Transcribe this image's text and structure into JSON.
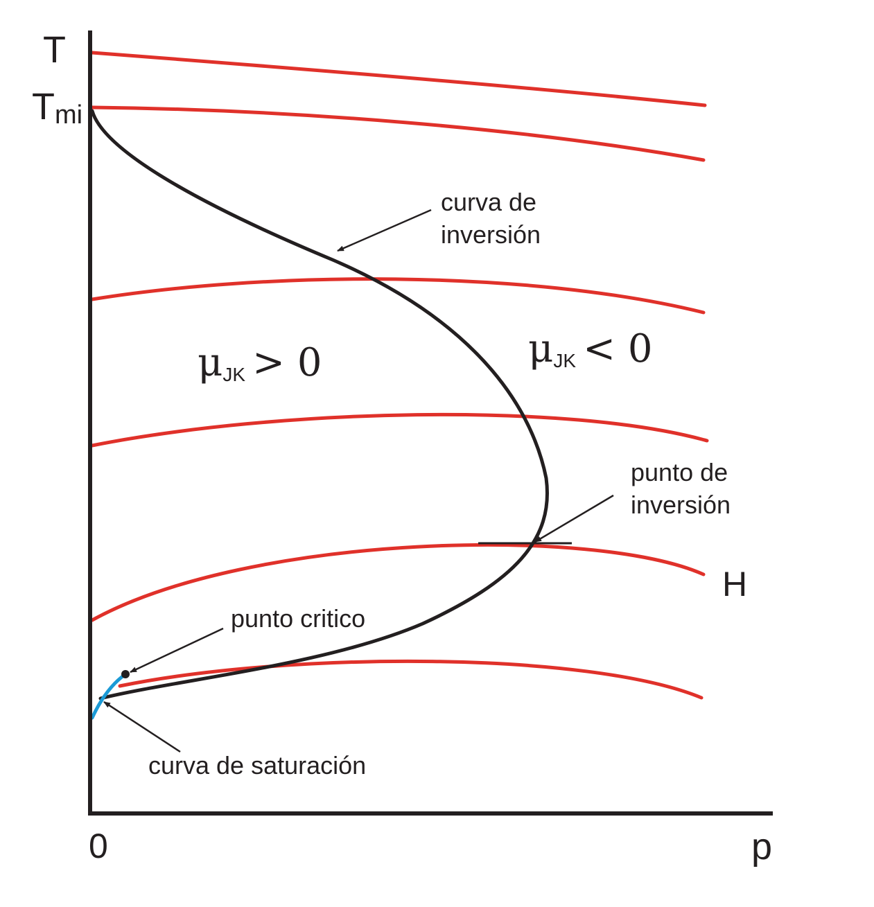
{
  "axes": {
    "y_label": "T",
    "y_tick": "T",
    "y_tick_sub": "mi",
    "x_label": "p",
    "origin": "0"
  },
  "labels": {
    "inversion_curve_line1": "curva de",
    "inversion_curve_line2": "inversión",
    "inversion_point_line1": "punto de",
    "inversion_point_line2": "inversión",
    "critical_point": "punto critico",
    "saturation_curve": "curva de saturación",
    "isenthalp": "H"
  },
  "regions": {
    "left_symbol": "μ",
    "left_sub": "JK",
    "left_rel": "> 0",
    "right_symbol": "μ",
    "right_sub": "JK",
    "right_rel": "< 0"
  },
  "colors": {
    "isenthalp": "#e0312a",
    "inversion_curve": "#231f20",
    "saturation_curve": "#1b9ad6",
    "axis": "#231f20"
  }
}
